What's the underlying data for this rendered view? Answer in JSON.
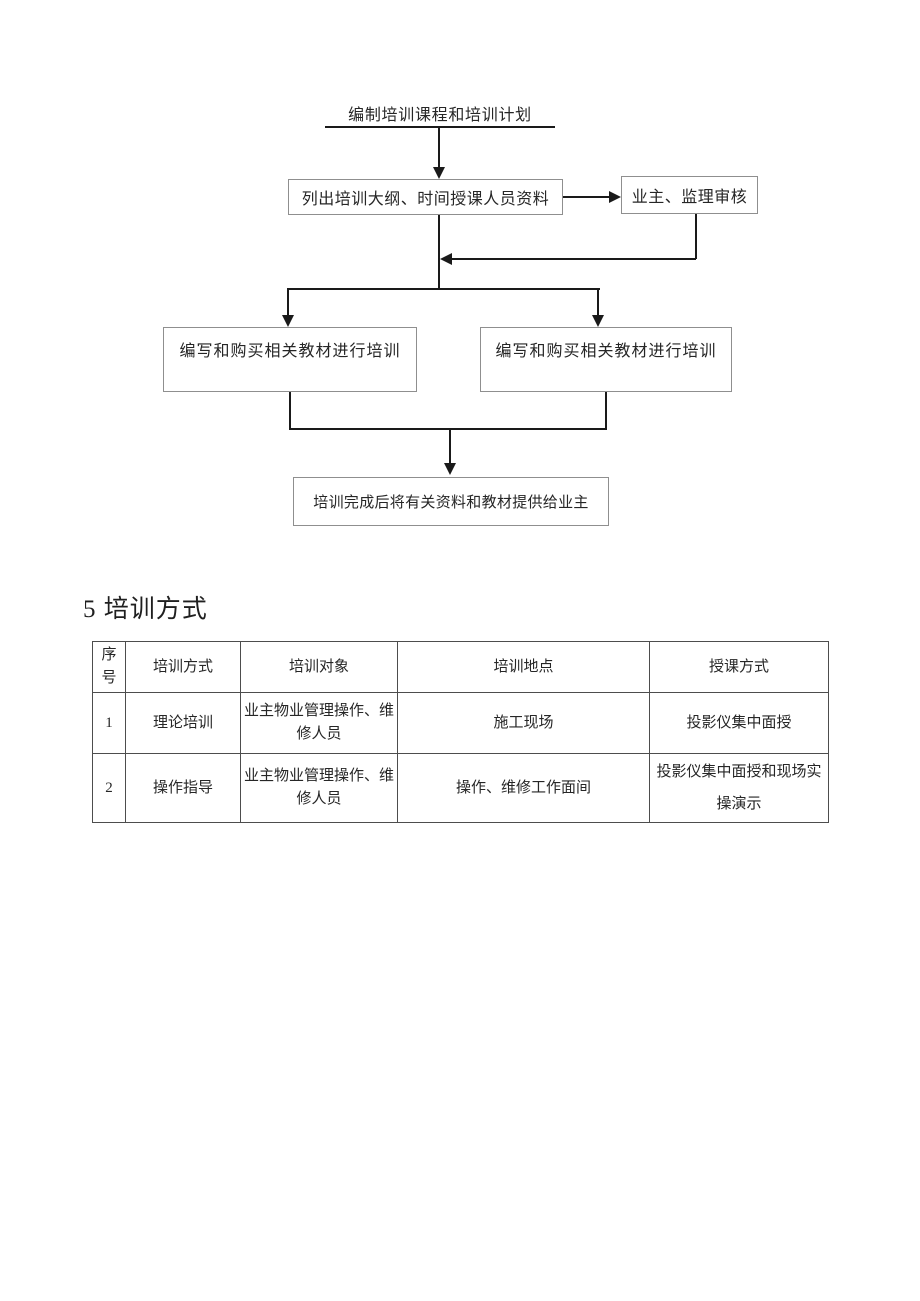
{
  "flowchart": {
    "start_label": "编制培训课程和培训计划",
    "outline_box": "列出培训大纲、时间授课人员资料",
    "review_box": "业主、监理审核",
    "left_branch_box": "编写和购买相关教材进行培训",
    "right_branch_box": "编写和购买相关教材进行培训",
    "final_box": "培训完成后将有关资料和教材提供给业主"
  },
  "section_heading": "5 培训方式",
  "table": {
    "headers": [
      "序号",
      "培训方式",
      "培训对象",
      "培训地点",
      "授课方式"
    ],
    "rows": [
      [
        "1",
        "理论培训",
        "业主物业管理操作、维修人员",
        "施工现场",
        "投影仪集中面授"
      ],
      [
        "2",
        "操作指导",
        "业主物业管理操作、维修人员",
        "操作、维修工作面间",
        "投影仪集中面授和现场实操演示"
      ]
    ]
  },
  "colors": {
    "line": "#1a1a1a",
    "box_border": "#8f8f8f",
    "table_border": "#4d4d4d",
    "text": "#262626",
    "background": "#ffffff"
  }
}
